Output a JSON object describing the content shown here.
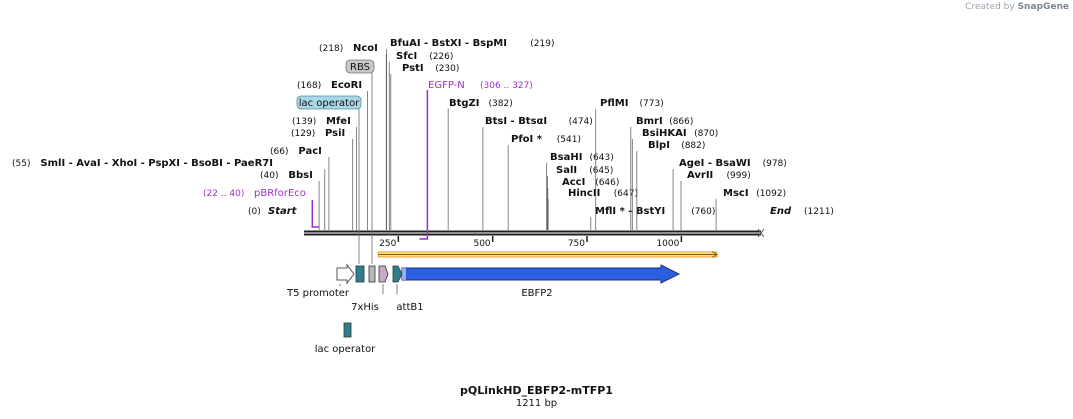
{
  "credit": {
    "prefix": "Created by",
    "brand": "SnapGene"
  },
  "plasmid": {
    "name": "pQLinkHD_EBFP2-mTFP1",
    "size_label": "1211 bp",
    "length": 1211
  },
  "ruler": {
    "ticks": [
      {
        "pos": 250,
        "label": "250"
      },
      {
        "pos": 500,
        "label": "500"
      },
      {
        "pos": 750,
        "label": "750"
      },
      {
        "pos": 1000,
        "label": "1000"
      }
    ]
  },
  "ends": [
    {
      "name": "Start",
      "pos_label": "(0)",
      "pos": 0,
      "kind": "start"
    },
    {
      "name": "End",
      "pos_label": "(1211)",
      "pos": 1211,
      "kind": "end"
    }
  ],
  "sites": [
    {
      "name": "SmlI - AvaI - XhoI - PspXI - BsoBI - PaeR7I",
      "pos_label": "(55)",
      "pos": 55,
      "side": "left"
    },
    {
      "name": "BbsI",
      "pos_label": "(40)",
      "pos": 40,
      "side": "left"
    },
    {
      "name": "PacI",
      "pos_label": "(66)",
      "pos": 66,
      "side": "left"
    },
    {
      "name": "PsiI",
      "pos_label": "(129)",
      "pos": 129,
      "side": "left"
    },
    {
      "name": "MfeI",
      "pos_label": "(139)",
      "pos": 139,
      "side": "left"
    },
    {
      "name": "EcoRI",
      "pos_label": "(168)",
      "pos": 168,
      "side": "left"
    },
    {
      "name": "NcoI",
      "pos_label": "(218)",
      "pos": 218,
      "side": "left"
    },
    {
      "name": "BfuAI - BstXI - BspMI",
      "pos_label": "(219)",
      "pos": 219,
      "side": "right"
    },
    {
      "name": "SfcI",
      "pos_label": "(226)",
      "pos": 226,
      "side": "right"
    },
    {
      "name": "PstI",
      "pos_label": "(230)",
      "pos": 230,
      "side": "right"
    },
    {
      "name": "BtgZI",
      "pos_label": "(382)",
      "pos": 382,
      "side": "right"
    },
    {
      "name": "BtsI - BtsαI",
      "pos_label": "(474)",
      "pos": 474,
      "side": "right"
    },
    {
      "name": "PfoI *",
      "pos_label": "(541)",
      "pos": 541,
      "side": "right"
    },
    {
      "name": "BsaHI",
      "pos_label": "(643)",
      "pos": 643,
      "side": "right"
    },
    {
      "name": "SalI",
      "pos_label": "(645)",
      "pos": 645,
      "side": "right"
    },
    {
      "name": "AccI",
      "pos_label": "(646)",
      "pos": 646,
      "side": "right"
    },
    {
      "name": "HincII",
      "pos_label": "(647)",
      "pos": 647,
      "side": "right"
    },
    {
      "name": "MflI * - BstYI",
      "pos_label": "(760)",
      "pos": 760,
      "side": "right"
    },
    {
      "name": "PflMI",
      "pos_label": "(773)",
      "pos": 773,
      "side": "right"
    },
    {
      "name": "BmrI",
      "pos_label": "(866)",
      "pos": 866,
      "side": "right"
    },
    {
      "name": "BsiHKAI",
      "pos_label": "(870)",
      "pos": 870,
      "side": "right"
    },
    {
      "name": "BlpI",
      "pos_label": "(882)",
      "pos": 882,
      "side": "right"
    },
    {
      "name": "AgeI - BsaWI",
      "pos_label": "(978)",
      "pos": 978,
      "side": "right"
    },
    {
      "name": "AvrII",
      "pos_label": "(999)",
      "pos": 999,
      "side": "right"
    },
    {
      "name": "MscI",
      "pos_label": "(1092)",
      "pos": 1092,
      "side": "right"
    }
  ],
  "primers": [
    {
      "name": "pBRforEco",
      "range_label": "(22 .. 40)",
      "start": 22,
      "end": 40,
      "strand": "forward",
      "color": "#9b30c8"
    },
    {
      "name": "EGFP-N",
      "range_label": "(306 .. 327)",
      "start": 306,
      "end": 327,
      "strand": "reverse",
      "color": "#9b30c8"
    }
  ],
  "orf": {
    "start": 197,
    "end": 1211,
    "color": "#f0a020"
  },
  "features": [
    {
      "name": "T5 promoter",
      "start": 9,
      "end": 54,
      "type": "promoter",
      "color": "#ffffff",
      "label_pos": "below"
    },
    {
      "name": "lac operator",
      "start": 54,
      "end": 78,
      "type": "box",
      "color": "#2e7f8c",
      "label_pos": "above",
      "tag_color": "#a8d8e6"
    },
    {
      "name": "RBS",
      "start": 88,
      "end": 100,
      "type": "box",
      "color": "#b8b8b8",
      "label_pos": "above",
      "tag_color": "#c8c8c8"
    },
    {
      "name": "7xHis",
      "start": 112,
      "end": 134,
      "type": "box",
      "color": "#c9a8c8",
      "label_pos": "below"
    },
    {
      "name": "attB1",
      "start": 147,
      "end": 177,
      "type": "box",
      "color": "#2e7f8c",
      "label_pos": "below"
    },
    {
      "name": "EBFP2",
      "start": 177,
      "end": 970,
      "type": "arrow",
      "color": "#2a5fe0",
      "label_pos": "below"
    },
    {
      "name": "lac operator",
      "start": 54,
      "end": 78,
      "type": "box",
      "color": "#2e7f8c",
      "label_pos": "lower-row"
    }
  ]
}
